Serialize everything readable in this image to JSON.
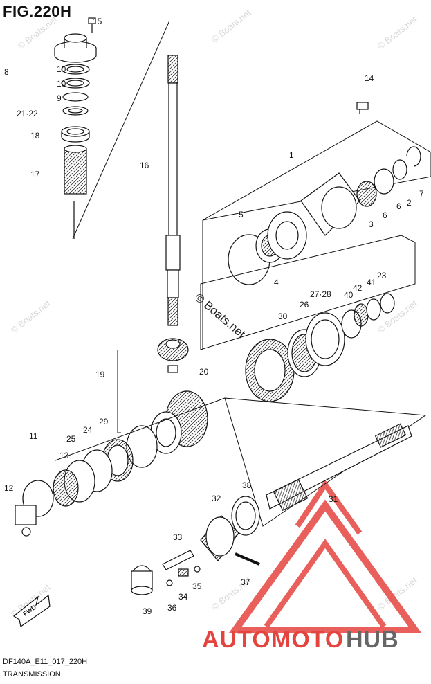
{
  "figure": {
    "title": "FIG.220H",
    "code": "DF140A_E11_017_220H",
    "name": "TRANSMISSION"
  },
  "callouts": [
    "1",
    "2",
    "3",
    "4",
    "5",
    "6",
    "6",
    "7",
    "8",
    "9",
    "10",
    "10",
    "11",
    "12",
    "13",
    "14",
    "15",
    "16",
    "17",
    "18",
    "19",
    "20",
    "21·22",
    "23",
    "24",
    "25",
    "26",
    "27·28",
    "29",
    "30",
    "31",
    "32",
    "33",
    "34",
    "35",
    "36",
    "37",
    "38",
    "39",
    "40",
    "41",
    "42"
  ],
  "watermarks": {
    "small": "© Boats.net",
    "large": "© Boats.net"
  },
  "logo": {
    "part1": "AUTO",
    "part2": "MOTO",
    "part3": "HUB",
    "color_red": "#e4443f",
    "color_gray": "#666666"
  },
  "fwd_label": "FWD"
}
